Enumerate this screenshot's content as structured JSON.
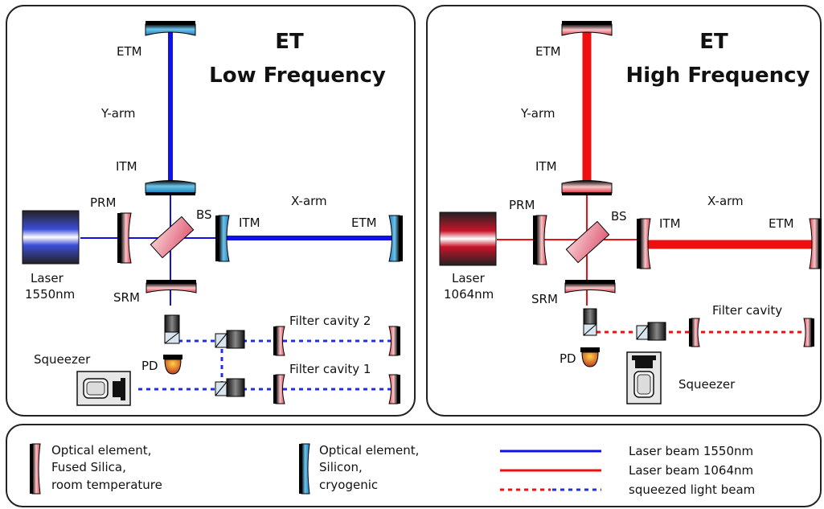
{
  "colors": {
    "blue_beam": "#1010e8",
    "red_beam": "#ee1010",
    "squeezed_blue": "#2030e0",
    "squeezed_red": "#ee1010",
    "fused_silica_dark": "#000000",
    "fused_silica_light": "#f4b8bc",
    "silicon_dark": "#000000",
    "silicon_light": "#2a9fd6",
    "panel_border": "#222222"
  },
  "lf_panel": {
    "title_1": "ET",
    "title_2": "Low Frequency",
    "etm_y": "ETM",
    "y_arm": "Y-arm",
    "itm_y": "ITM",
    "x_arm": "X-arm",
    "prm": "PRM",
    "bs": "BS",
    "itm_x": "ITM",
    "etm_x": "ETM",
    "laser_1": "Laser",
    "laser_2": "1550nm",
    "srm": "SRM",
    "filter_cavity_2": "Filter cavity 2",
    "filter_cavity_1": "Filter cavity 1",
    "squeezer": "Squeezer",
    "pd": "PD"
  },
  "hf_panel": {
    "title_1": "ET",
    "title_2": "High Frequency",
    "etm_y": "ETM",
    "y_arm": "Y-arm",
    "itm_y": "ITM",
    "x_arm": "X-arm",
    "prm": "PRM",
    "bs": "BS",
    "itm_x": "ITM",
    "etm_x": "ETM",
    "laser_1": "Laser",
    "laser_2": "1064nm",
    "srm": "SRM",
    "filter_cavity": "Filter cavity",
    "squeezer": "Squeezer",
    "pd": "PD"
  },
  "legend": {
    "fused_silica_1": "Optical element,",
    "fused_silica_2": "Fused Silica,",
    "fused_silica_3": "room temperature",
    "silicon_1": "Optical element,",
    "silicon_2": "Silicon,",
    "silicon_3": "cryogenic",
    "beam_1550": "Laser beam 1550nm",
    "beam_1064": "Laser beam 1064nm",
    "squeezed": "squeezed light beam"
  }
}
